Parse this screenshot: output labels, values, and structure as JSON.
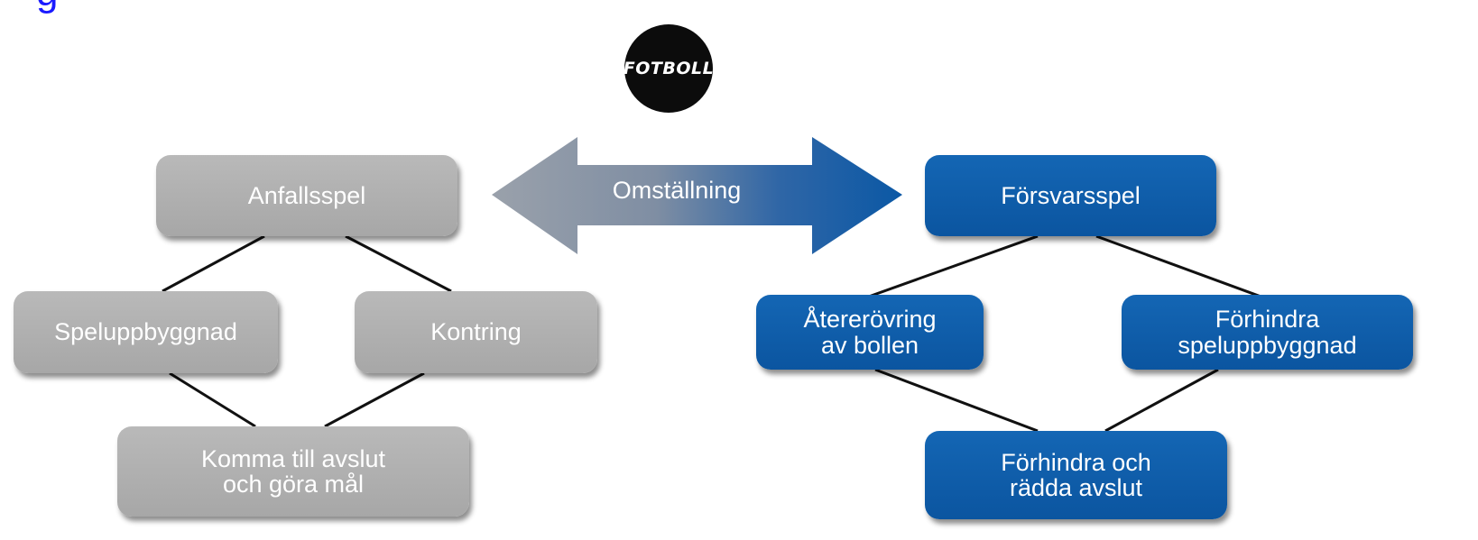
{
  "corner_text": "g",
  "logo": {
    "label": "FOTBOLL"
  },
  "arrow": {
    "label": "Omställning"
  },
  "colors": {
    "grey_node": "#ababab",
    "blue_node": "#0e5ba7",
    "logo": "#0c0c0c",
    "arrow_left": "#8d96a3",
    "arrow_right": "#0b58a5",
    "line": "#111111"
  },
  "attack": {
    "top": "Anfallsspel",
    "left": "Speluppbyggnad",
    "right": "Kontring",
    "bottom": "Komma till avslut\noch göra mål"
  },
  "defense": {
    "top": "Försvarsspel",
    "left": "Återerövring\nav bollen",
    "right": "Förhindra\nspeluppbyggnad",
    "bottom": "Förhindra och\nrädda avslut"
  }
}
